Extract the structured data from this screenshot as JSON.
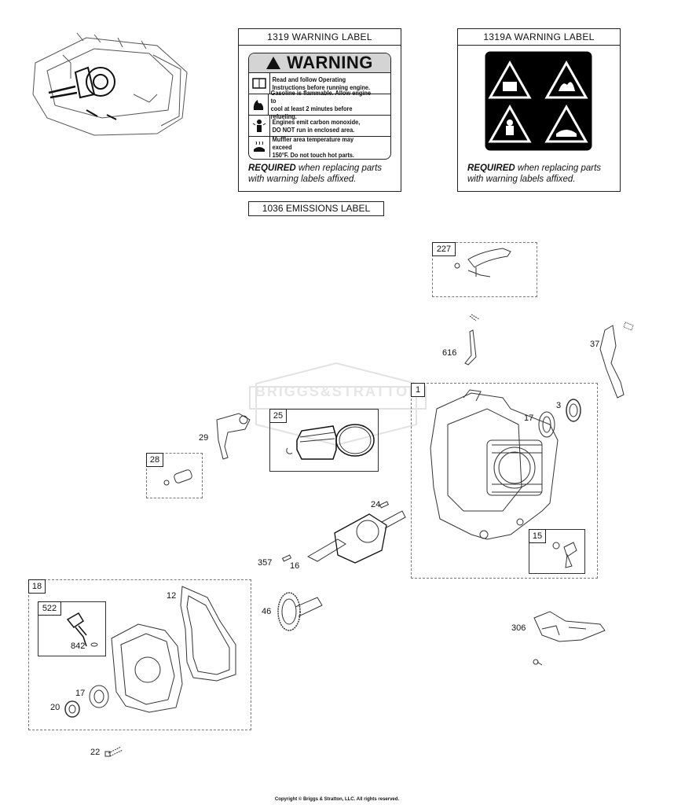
{
  "labels": {
    "label_1319": {
      "title": "1319 WARNING LABEL",
      "heading": "WARNING",
      "lines": [
        "Read and follow Operating\nInstructions before running engine.",
        "Gasoline is flammable. Allow engine to\ncool at least 2 minutes before refueling.",
        "Engines emit carbon monoxide,\nDO NOT run in enclosed area.",
        "Muffler area temperature may exceed\n150°F.  Do not touch hot parts."
      ],
      "required_bold": "REQUIRED",
      "required_rest": " when replacing parts",
      "required_line2": "with warning labels affixed."
    },
    "label_1319A": {
      "title": "1319A WARNING LABEL",
      "required_bold": "REQUIRED",
      "required_rest": " when replacing parts",
      "required_line2": "with warning labels affixed."
    },
    "label_1036": {
      "title": "1036 EMISSIONS LABEL"
    }
  },
  "watermark": "BRIGGS&STRATTON",
  "callouts": {
    "c616": "616",
    "c37": "37",
    "c17a": "17",
    "c3": "3",
    "c29": "29",
    "c24": "24",
    "c357": "357",
    "c16": "16",
    "c12": "12",
    "c46": "46",
    "c306": "306",
    "c842": "842",
    "c17b": "17",
    "c20": "20",
    "c22": "22"
  },
  "boxes": {
    "b227": "227",
    "b1": "1",
    "b25": "25",
    "b28": "28",
    "b15": "15",
    "b18": "18",
    "b522": "522"
  },
  "copyright": "Copyright © Briggs & Stratton, LLC. All rights reserved."
}
